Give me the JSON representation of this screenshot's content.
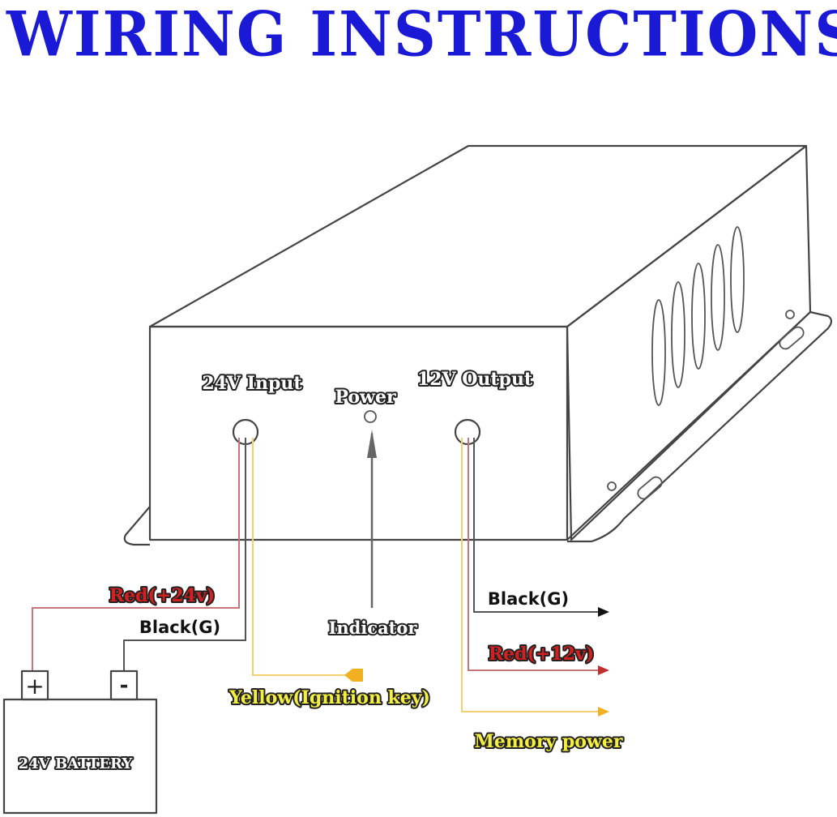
{
  "title": "WIRING INSTRUCTIONS",
  "colors": {
    "title": "#1a1ad6",
    "red_wire": "#c8757a",
    "red_text": "#d42020",
    "yellow_wire": "#f0d070",
    "yellow_text": "#f4ee40",
    "black_wire": "#555555",
    "arrow_yellow": "#f0b020",
    "arrow_red": "#c03030"
  },
  "device": {
    "input_label": "24V Input",
    "power_label": "Power",
    "output_label": "12V Output",
    "indicator_label": "Indicator"
  },
  "input_wires": {
    "red_label": "Red(+24v)",
    "black_label": "Black(G)",
    "yellow_label": "Yellow(Ignition key)"
  },
  "output_wires": {
    "black_label": "Black(G)",
    "red_label": "Red(+12v)",
    "yellow_label": "Memory power"
  },
  "battery": {
    "label": "24V BATTERY",
    "positive": "+",
    "negative": "-"
  }
}
